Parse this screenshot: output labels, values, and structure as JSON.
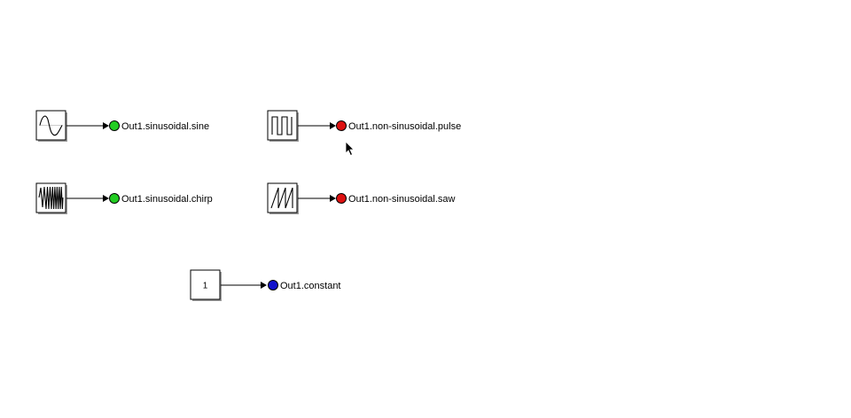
{
  "diagram": {
    "blocks": [
      {
        "id": "sine",
        "kind": "sine-wave",
        "icon": "sine-wave-icon",
        "port_label": "Out1.sinusoidal.sine",
        "port_color": "#22cc22"
      },
      {
        "id": "pulse",
        "kind": "pulse",
        "icon": "pulse-wave-icon",
        "port_label": "Out1.non-sinusoidal.pulse",
        "port_color": "#dd1111"
      },
      {
        "id": "chirp",
        "kind": "chirp",
        "icon": "chirp-wave-icon",
        "port_label": "Out1.sinusoidal.chirp",
        "port_color": "#22cc22"
      },
      {
        "id": "saw",
        "kind": "sawtooth",
        "icon": "sawtooth-wave-icon",
        "port_label": "Out1.non-sinusoidal.saw",
        "port_color": "#dd1111"
      },
      {
        "id": "constant",
        "kind": "constant",
        "block_text": "1",
        "port_label": "Out1.constant",
        "port_color": "#1111cc"
      }
    ]
  },
  "cursor": {
    "icon": "mouse-pointer-icon"
  }
}
